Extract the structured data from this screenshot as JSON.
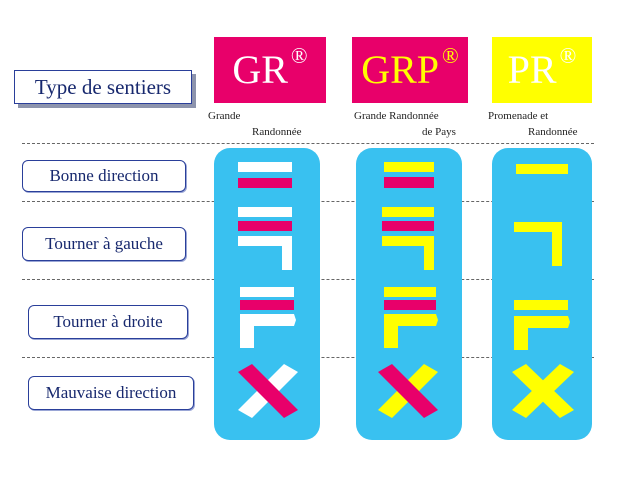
{
  "header": {
    "type_label": "Type de sentiers",
    "columns": [
      {
        "logo": "GR",
        "mark": "®",
        "sub_line1": "Grande",
        "sub_line2": "Randonnée",
        "bg": "#e8006a",
        "fg": "#ffffff"
      },
      {
        "logo": "GRP",
        "mark": "®",
        "sub_line1": "Grande Randonnée",
        "sub_line2": "de Pays",
        "bg": "#e8006a",
        "fg": "#ffff00"
      },
      {
        "logo": "PR",
        "mark": "®",
        "sub_line1": "Promenade et",
        "sub_line2": "Randonnée",
        "bg": "#ffff00",
        "fg": "#ffffff"
      }
    ]
  },
  "rows": [
    {
      "label": "Bonne direction"
    },
    {
      "label": "Tourner à gauche"
    },
    {
      "label": "Tourner à droite"
    },
    {
      "label": "Mauvaise direction"
    }
  ],
  "colors": {
    "panel": "#39c1f0",
    "magenta": "#e8006a",
    "yellow": "#ffff00",
    "white": "#ffffff",
    "label_text": "#17286e"
  }
}
